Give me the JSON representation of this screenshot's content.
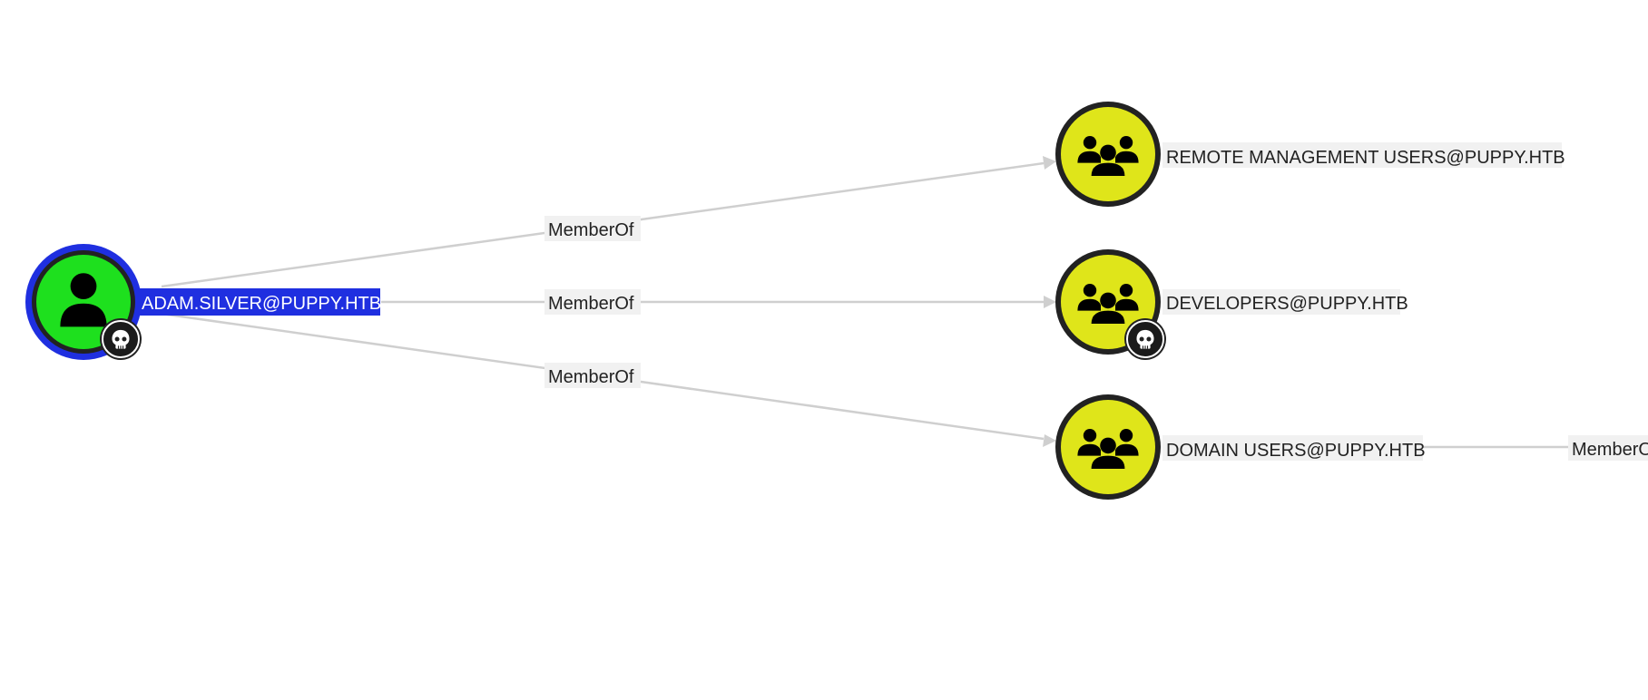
{
  "colors": {
    "user_node": "#1ee01e",
    "group_node": "#dfe51a",
    "selected": "#1f2fe0",
    "edge": "#cfcfcf",
    "node_border": "#222222"
  },
  "nodes": {
    "user": {
      "label": "ADAM.SILVER@PUPPY.HTB",
      "icon": "user-icon",
      "badge": "skull-icon"
    },
    "remote_mgmt": {
      "label": "REMOTE MANAGEMENT USERS@PUPPY.HTB",
      "icon": "group-icon"
    },
    "developers": {
      "label": "DEVELOPERS@PUPPY.HTB",
      "icon": "group-icon",
      "badge": "skull-icon"
    },
    "domain_users": {
      "label": "DOMAIN USERS@PUPPY.HTB",
      "icon": "group-icon"
    }
  },
  "edges": {
    "e1": {
      "label": "MemberOf"
    },
    "e2": {
      "label": "MemberOf"
    },
    "e3": {
      "label": "MemberOf"
    },
    "e4": {
      "label": "MemberOf"
    }
  }
}
